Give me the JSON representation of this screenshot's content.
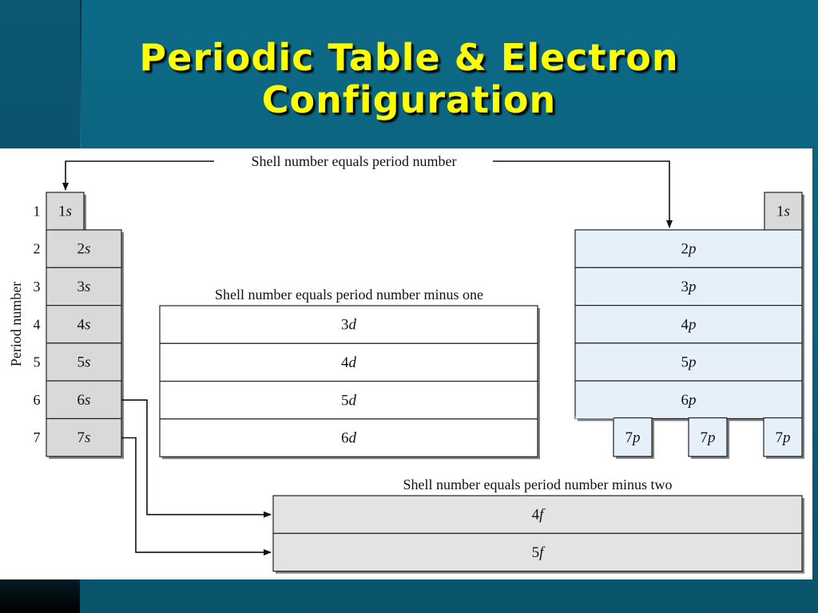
{
  "slide": {
    "title_line1": "Periodic Table & Electron",
    "title_line2": "Configuration"
  },
  "diagram": {
    "labels": {
      "s_p_block": "Shell number equals period number",
      "d_block": "Shell number equals period number minus one",
      "f_block": "Shell number equals period number minus two",
      "axis": "Period number"
    },
    "periods": [
      "1",
      "2",
      "3",
      "4",
      "5",
      "6",
      "7"
    ],
    "s_block": [
      {
        "n": "1",
        "l": "s"
      },
      {
        "n": "2",
        "l": "s"
      },
      {
        "n": "3",
        "l": "s"
      },
      {
        "n": "4",
        "l": "s"
      },
      {
        "n": "5",
        "l": "s"
      },
      {
        "n": "6",
        "l": "s"
      },
      {
        "n": "7",
        "l": "s"
      }
    ],
    "he_cell": {
      "n": "1",
      "l": "s"
    },
    "p_block": [
      {
        "n": "2",
        "l": "p"
      },
      {
        "n": "3",
        "l": "p"
      },
      {
        "n": "4",
        "l": "p"
      },
      {
        "n": "5",
        "l": "p"
      },
      {
        "n": "6",
        "l": "p"
      }
    ],
    "p_tabs": [
      {
        "n": "7",
        "l": "p"
      },
      {
        "n": "7",
        "l": "p"
      },
      {
        "n": "7",
        "l": "p"
      }
    ],
    "d_block": [
      {
        "n": "3",
        "l": "d"
      },
      {
        "n": "4",
        "l": "d"
      },
      {
        "n": "5",
        "l": "d"
      },
      {
        "n": "6",
        "l": "d"
      }
    ],
    "f_block": [
      {
        "n": "4",
        "l": "f"
      },
      {
        "n": "5",
        "l": "f"
      }
    ],
    "colors": {
      "s_fill": "#d9d9d9",
      "p_fill": "#e6f0fb",
      "d_fill": "#ffffff",
      "f_fill": "#e3e3e3",
      "shadow": "#7f7f7f",
      "stroke": "#222222"
    }
  }
}
